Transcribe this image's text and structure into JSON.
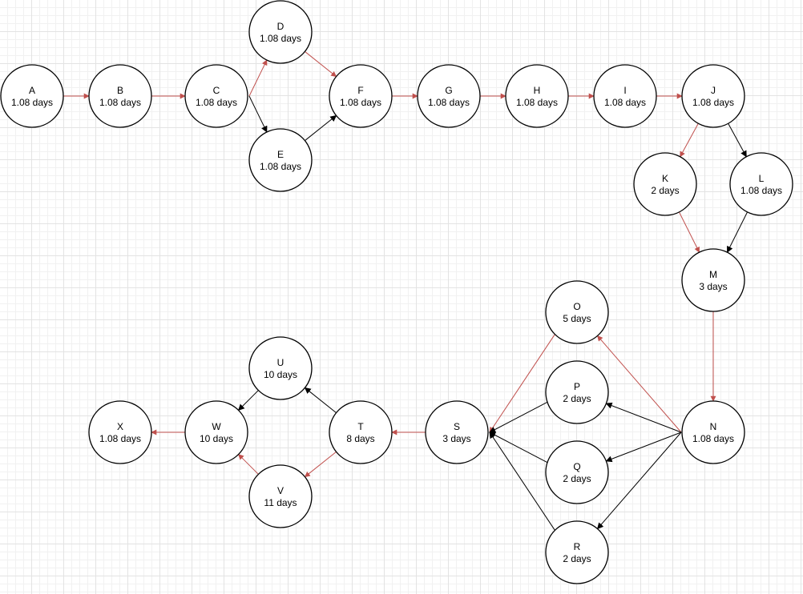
{
  "colors": {
    "critical": "#c0504d",
    "normal": "#000000"
  },
  "nodes": [
    {
      "id": "A",
      "label": "A",
      "duration": "1.08 days"
    },
    {
      "id": "B",
      "label": "B",
      "duration": "1.08 days"
    },
    {
      "id": "C",
      "label": "C",
      "duration": "1.08 days"
    },
    {
      "id": "D",
      "label": "D",
      "duration": "1.08 days"
    },
    {
      "id": "E",
      "label": "E",
      "duration": "1.08 days"
    },
    {
      "id": "F",
      "label": "F",
      "duration": "1.08 days"
    },
    {
      "id": "G",
      "label": "G",
      "duration": "1.08 days"
    },
    {
      "id": "H",
      "label": "H",
      "duration": "1.08 days"
    },
    {
      "id": "I",
      "label": "I",
      "duration": "1.08 days"
    },
    {
      "id": "J",
      "label": "J",
      "duration": "1.08 days"
    },
    {
      "id": "K",
      "label": "K",
      "duration": "2 days"
    },
    {
      "id": "L",
      "label": "L",
      "duration": "1.08 days"
    },
    {
      "id": "M",
      "label": "M",
      "duration": "3 days"
    },
    {
      "id": "N",
      "label": "N",
      "duration": "1.08 days"
    },
    {
      "id": "O",
      "label": "O",
      "duration": "5 days"
    },
    {
      "id": "P",
      "label": "P",
      "duration": "2 days"
    },
    {
      "id": "Q",
      "label": "Q",
      "duration": "2 days"
    },
    {
      "id": "R",
      "label": "R",
      "duration": "2 days"
    },
    {
      "id": "S",
      "label": "S",
      "duration": "3 days"
    },
    {
      "id": "T",
      "label": "T",
      "duration": "8 days"
    },
    {
      "id": "U",
      "label": "U",
      "duration": "10 days"
    },
    {
      "id": "V",
      "label": "V",
      "duration": "11 days"
    },
    {
      "id": "W",
      "label": "W",
      "duration": "10 days"
    },
    {
      "id": "X",
      "label": "X",
      "duration": "1.08 days"
    }
  ],
  "edges": [
    {
      "from": "A",
      "to": "B",
      "critical": true
    },
    {
      "from": "B",
      "to": "C",
      "critical": true
    },
    {
      "from": "C",
      "to": "D",
      "critical": true
    },
    {
      "from": "C",
      "to": "E",
      "critical": false
    },
    {
      "from": "D",
      "to": "F",
      "critical": true
    },
    {
      "from": "E",
      "to": "F",
      "critical": false
    },
    {
      "from": "F",
      "to": "G",
      "critical": true
    },
    {
      "from": "G",
      "to": "H",
      "critical": true
    },
    {
      "from": "H",
      "to": "I",
      "critical": true
    },
    {
      "from": "I",
      "to": "J",
      "critical": true
    },
    {
      "from": "J",
      "to": "K",
      "critical": true
    },
    {
      "from": "J",
      "to": "L",
      "critical": false
    },
    {
      "from": "K",
      "to": "M",
      "critical": true
    },
    {
      "from": "L",
      "to": "M",
      "critical": false
    },
    {
      "from": "M",
      "to": "N",
      "critical": true
    },
    {
      "from": "N",
      "to": "O",
      "critical": true
    },
    {
      "from": "N",
      "to": "P",
      "critical": false
    },
    {
      "from": "N",
      "to": "Q",
      "critical": false
    },
    {
      "from": "N",
      "to": "R",
      "critical": false
    },
    {
      "from": "O",
      "to": "S",
      "critical": true
    },
    {
      "from": "P",
      "to": "S",
      "critical": false
    },
    {
      "from": "Q",
      "to": "S",
      "critical": false
    },
    {
      "from": "R",
      "to": "S",
      "critical": false
    },
    {
      "from": "S",
      "to": "T",
      "critical": true
    },
    {
      "from": "T",
      "to": "U",
      "critical": false
    },
    {
      "from": "T",
      "to": "V",
      "critical": true
    },
    {
      "from": "U",
      "to": "W",
      "critical": false
    },
    {
      "from": "V",
      "to": "W",
      "critical": true
    },
    {
      "from": "W",
      "to": "X",
      "critical": true
    }
  ]
}
